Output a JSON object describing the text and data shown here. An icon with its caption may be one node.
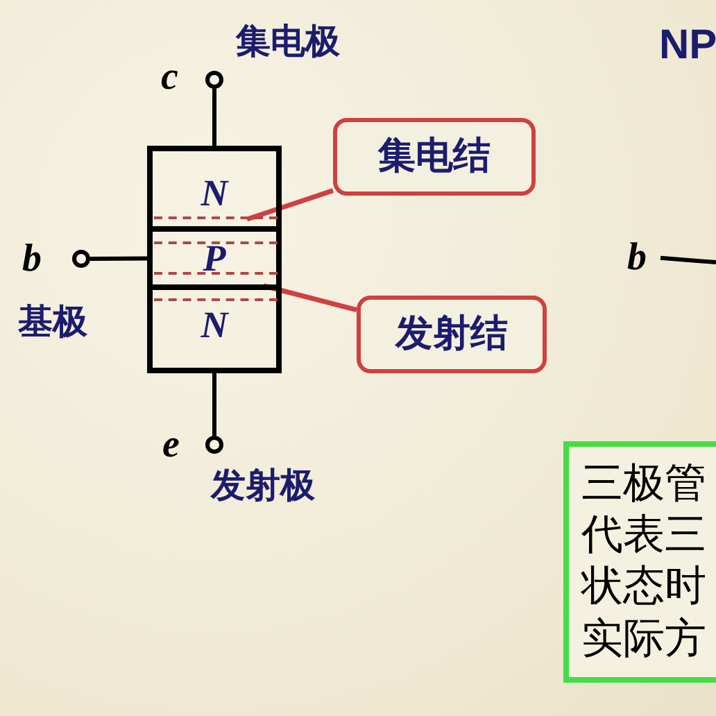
{
  "diagram": {
    "nodes": [
      {
        "text": [],
        "shape": "circle",
        "beside": [
          "集电极",
          "c"
        ]
      },
      {
        "text": [
          "N"
        ]
      },
      {
        "text": [
          "集电结"
        ]
      },
      {
        "text": [
          "P"
        ]
      },
      {
        "text": [],
        "shape": "circle",
        "beside": [
          "b",
          "基极"
        ]
      },
      {
        "text": [
          "N"
        ]
      },
      {
        "text": [
          "发射结"
        ]
      },
      {
        "text": [],
        "shape": "circle",
        "beside": [
          "e",
          "发射极"
        ]
      },
      {
        "text": [
          "b"
        ]
      },
      {
        "text": [
          "三极管代表三状态时实际方"
        ]
      }
    ],
    "edges": [
      {
        "from": 0,
        "to": 1,
        "arrow": "none"
      },
      {
        "from": 2,
        "to": 1,
        "arrow": "none",
        "color": "#d04040"
      },
      {
        "from": 4,
        "to": 3,
        "arrow": "none"
      },
      {
        "from": 6,
        "to": 3,
        "arrow": "none",
        "color": "#d04040"
      },
      {
        "from": 7,
        "to": 5,
        "arrow": "none"
      },
      {
        "from": 8,
        "to": null,
        "arrow": "none"
      }
    ],
    "labels": [
      "NP"
    ]
  }
}
